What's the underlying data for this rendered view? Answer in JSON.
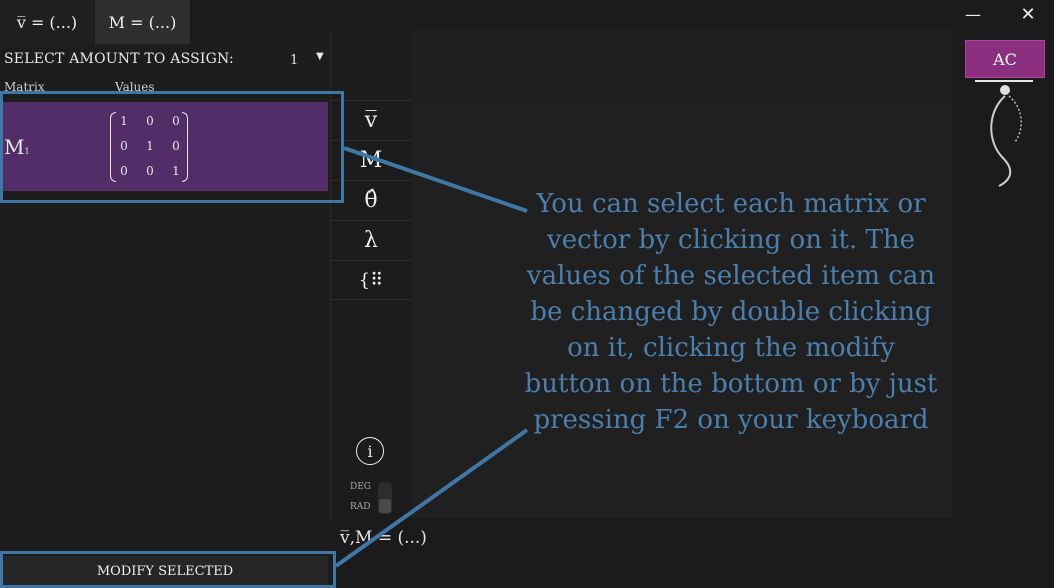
{
  "tabs": [
    {
      "label": "v̅ = (...)"
    },
    {
      "label": "M = (...)"
    }
  ],
  "window": {
    "minimize_glyph": "—",
    "close_glyph": "✕"
  },
  "left_panel": {
    "amount_label": "SELECT AMOUNT TO ASSIGN:",
    "amount_value": "1",
    "dropdown_arrow": "▼",
    "col_matrix": "Matrix",
    "col_values": "Values",
    "matrix": {
      "name": "M",
      "subscript": "1",
      "values": [
        [
          "1",
          "0",
          "0"
        ],
        [
          "0",
          "1",
          "0"
        ],
        [
          "0",
          "0",
          "1"
        ]
      ]
    }
  },
  "toolbar": {
    "vector": "v̅",
    "matrix": "M",
    "theta": "θ̂",
    "lambda": "λ",
    "brace": "{⠿",
    "info": "i",
    "deg": "DEG",
    "rad": "RAD"
  },
  "status_line": "v̅,M = (...)",
  "right": {
    "ac_label": "AC"
  },
  "bottom": {
    "modify_label": "MODIFY SELECTED"
  },
  "tutorial": {
    "text": "You can select each matrix or vector by clicking on it. The values of the selected item can be changed by double clicking on it, clicking the modify button on the bottom or by just pressing F2 on your keyboard"
  },
  "colors": {
    "accent": "#8b2f7e",
    "selection": "#532d68",
    "tutorial": "#4a7fae"
  }
}
